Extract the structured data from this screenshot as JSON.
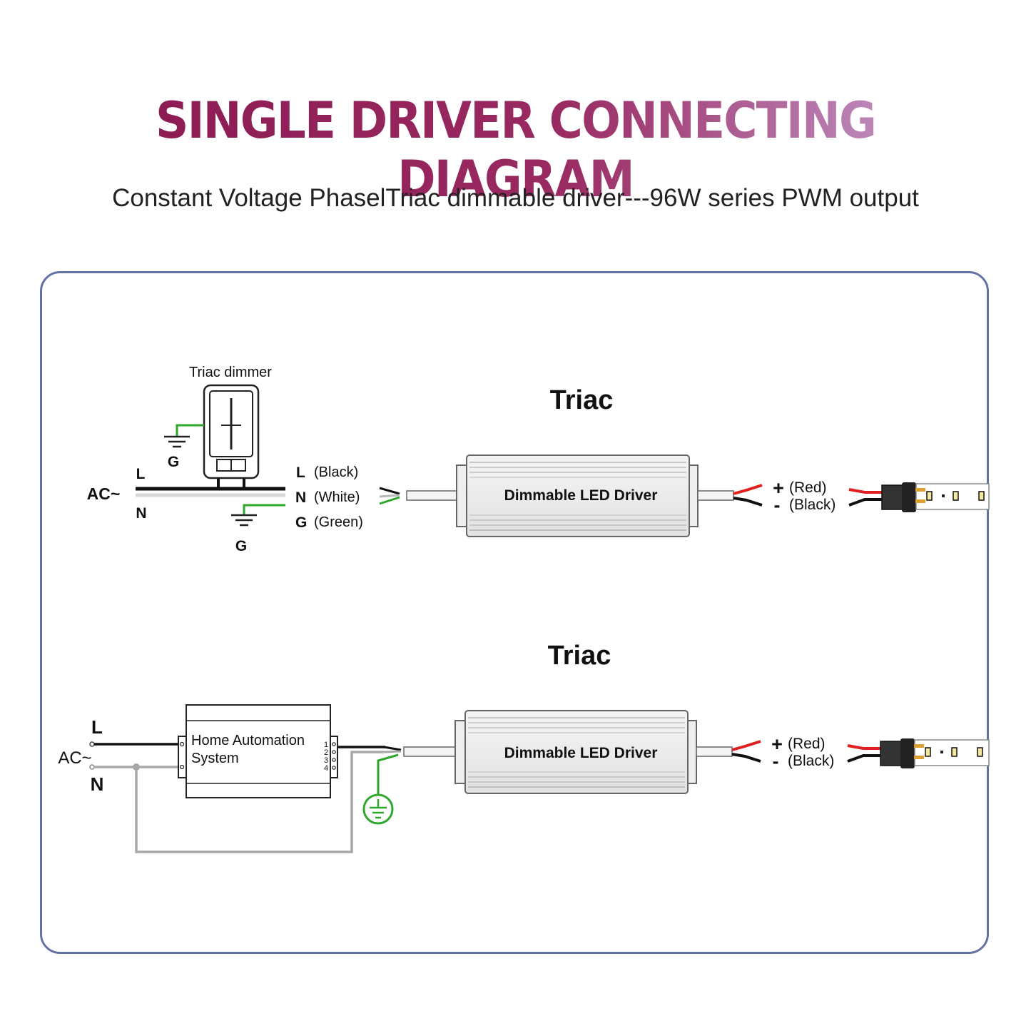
{
  "title": "SINGLE DRIVER CONNECTING DIAGRAM",
  "subtitle": "Constant Voltage PhaselTriac dimmable driver---96W series PWM output",
  "colors": {
    "title_start": "#8a1850",
    "title_end": "#c8a8d8",
    "frame_border": "#6272a4",
    "wire_red": "#e02020",
    "wire_black": "#111111",
    "wire_ground": "#2da82d",
    "wire_grey": "#a8a8a8"
  },
  "diagram1": {
    "heading": "Triac",
    "dimmer_label": "Triac dimmer",
    "ground_label_top": "G",
    "ground_label_bottom": "G",
    "ac_label": "AC~",
    "line_label": "L",
    "neutral_label": "N",
    "out_l": "L",
    "out_l_color": "(Black)",
    "out_n": "N",
    "out_n_color": "(White)",
    "out_g": "G",
    "out_g_color": "(Green)",
    "driver_label": "Dimmable LED Driver",
    "plus": "+",
    "plus_color": "(Red)",
    "minus": "-",
    "minus_color": "(Black)"
  },
  "diagram2": {
    "heading": "Triac",
    "line_label": "L",
    "ac_label": "AC~",
    "neutral_label": "N",
    "automation_line1": "Home Automation",
    "automation_line2": "System",
    "pins": [
      "1",
      "2",
      "3",
      "4"
    ],
    "driver_label": "Dimmable LED Driver",
    "plus": "+",
    "plus_color": "(Red)",
    "minus": "-",
    "minus_color": "(Black)"
  }
}
